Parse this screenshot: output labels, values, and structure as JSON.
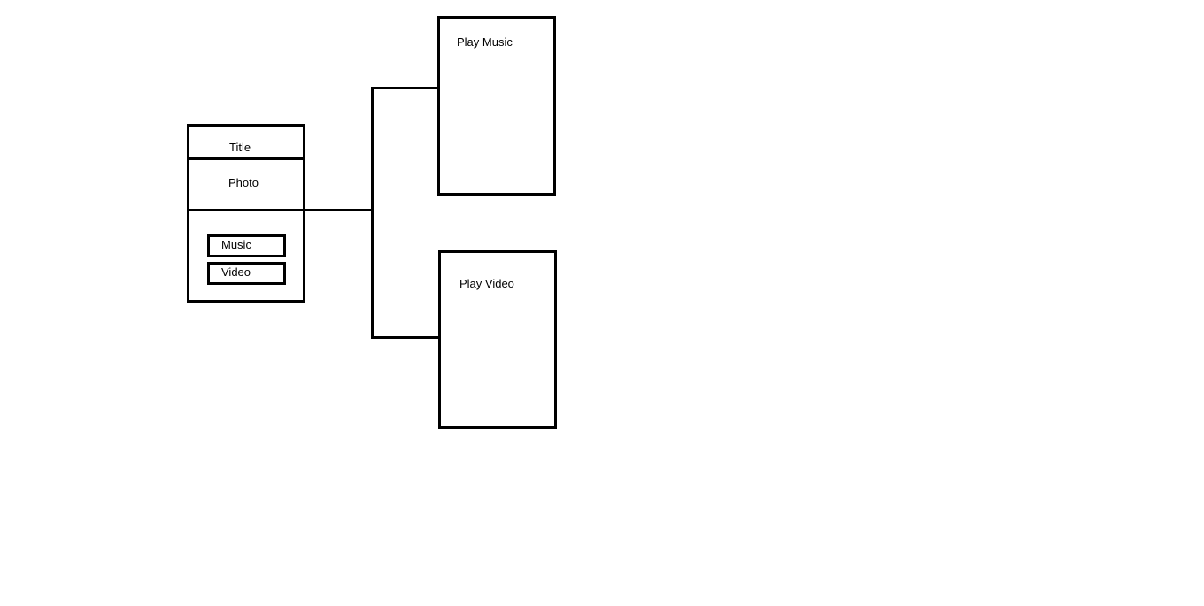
{
  "home_screen": {
    "title": "Title",
    "photo": "Photo",
    "buttons": {
      "music": "Music",
      "video": "Video"
    }
  },
  "music_screen": {
    "label": "Play Music"
  },
  "video_screen": {
    "label": "Play Video"
  },
  "colors": {
    "stroke": "#000000",
    "background": "#ffffff"
  }
}
